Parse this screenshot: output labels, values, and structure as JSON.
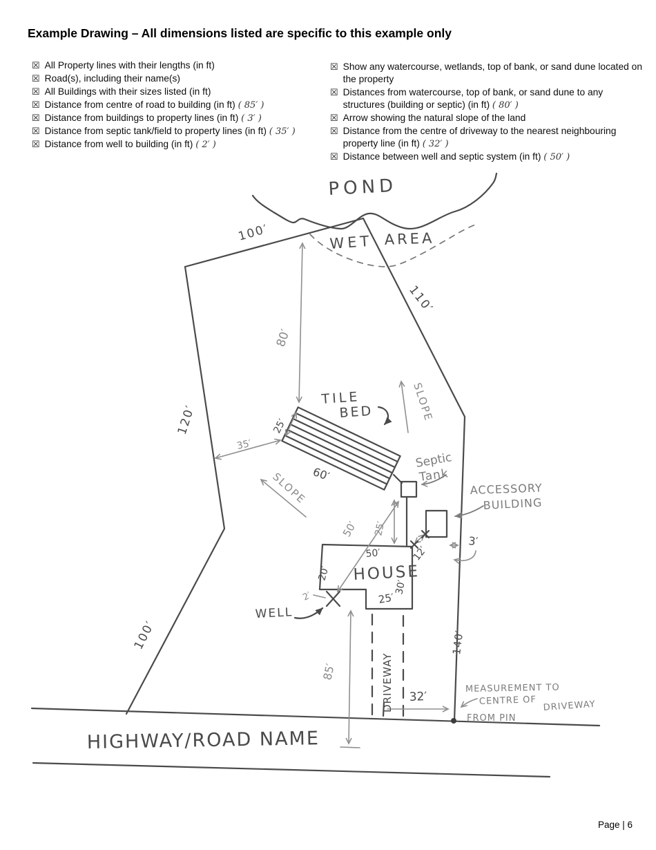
{
  "title": "Example Drawing – All dimensions listed are specific to this example only",
  "glyphs": {
    "checkbox": "☒"
  },
  "checklist_left": [
    {
      "text": "All Property lines with their lengths (in ft)",
      "value": ""
    },
    {
      "text": "Road(s), including their name(s)",
      "value": ""
    },
    {
      "text": "All Buildings with their sizes listed (in ft)",
      "value": ""
    },
    {
      "text": "Distance from centre of road to building (in ft)",
      "value": "( 85′ )"
    },
    {
      "text": "Distance from buildings to property lines (in ft)",
      "value": "( 3′ )"
    },
    {
      "text": "Distance from septic tank/field to property lines (in ft)",
      "value": "( 35′ )"
    },
    {
      "text": "Distance from well to building (in ft)",
      "value": "( 2′ )"
    }
  ],
  "checklist_right": [
    {
      "text": "Show any watercourse, wetlands, top of bank, or sand dune located on the property",
      "value": ""
    },
    {
      "text": "Distances from watercourse, top of bank, or sand dune to any structures (building or septic) (in ft)",
      "value": "( 80′ )"
    },
    {
      "text": "Arrow showing the natural slope of the land",
      "value": ""
    },
    {
      "text": "Distance from the centre of driveway to the nearest neighbouring property line (in ft)",
      "value": "( 32′ )"
    },
    {
      "text": "Distance between well and septic system (in ft)",
      "value": "( 50′ )"
    }
  ],
  "drawing": {
    "pond": "POND",
    "wet": "WET",
    "area": "AREA",
    "dim_100_top": "100′",
    "dim_110": "110′",
    "dim_120": "120′",
    "dim_100_left": "100′",
    "dim_140": "140′",
    "dim_80": "80′",
    "dim_35": "35′",
    "dim_25_bed": "25′",
    "dim_60": "60′",
    "tile": "TILE",
    "bed": "BED",
    "slope_upper": "SLOPE",
    "slope_lower": "SLOPE",
    "septic_line1": "Septic",
    "septic_line2": "Tank",
    "accessory_line1": "ACCESSORY",
    "accessory_line2": "BUILDING",
    "dim_50_septic": "50′",
    "dim_25_septic": "25′",
    "dim_12": "12′",
    "dim_3": "3′",
    "house": "HOUSE",
    "dim_50_house": "50′",
    "dim_20": "20′",
    "dim_30": "30′",
    "dim_25_house": "25′",
    "dim_2": "2′",
    "well": "WELL",
    "dim_85": "85′",
    "driveway": "DRIVEWAY",
    "dim_32": "32′",
    "meas_line1": "MEASUREMENT TO",
    "meas_line2": "CENTRE OF",
    "meas_line3": "DRIVEWAY",
    "meas_line4": "FROM PIN",
    "road_name": "HIGHWAY/ROAD NAME"
  },
  "footer": {
    "page_label": "Page | 6"
  }
}
